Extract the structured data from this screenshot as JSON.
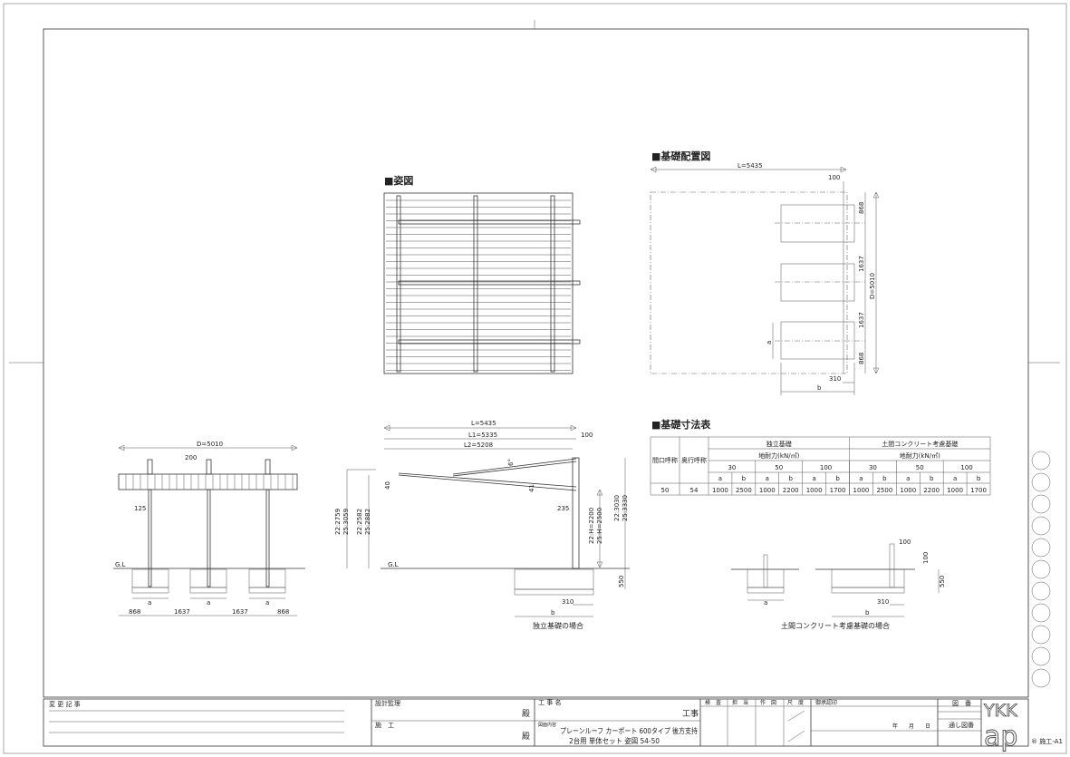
{
  "headings": {
    "view": "■姿図",
    "foundation_plan": "■基礎配置図",
    "foundation_table": "■基礎寸法表"
  },
  "plan": {
    "L": "L=5435",
    "offset": "100",
    "D": "D=5010",
    "d1": "868",
    "d2": "1637",
    "d3": "1637",
    "d4": "868",
    "a": "a",
    "b": "b",
    "post": "310"
  },
  "front_elevation": {
    "D": "D=5010",
    "spacing": "200",
    "post_offset": "125",
    "gl": "G.L",
    "a": "a",
    "d1": "868",
    "d2": "1637",
    "d3": "1637",
    "d4": "868"
  },
  "side_elevation": {
    "L": "L=5435",
    "L1": "L1=5335",
    "L2": "L2=5208",
    "offset": "100",
    "angle": "6°",
    "eave": "40",
    "tip": "41",
    "h_total_22": "22:2759",
    "h_total_25": "25:3059",
    "h_eave_22": "22:2582",
    "h_eave_25": "25:2882",
    "post_w": "235",
    "h22": "22:H=2200",
    "h25": "25:H=2500",
    "top_22": "22:3030",
    "top_25": "25:3330",
    "gl": "G.L",
    "depth": "550",
    "post": "310",
    "b": "b",
    "caption": "独立基礎の場合"
  },
  "slab_detail": {
    "a": "a",
    "b": "b",
    "post": "310",
    "offset": "100",
    "slab": "100",
    "depth": "550",
    "caption": "土間コンクリート考慮基礎の場合"
  },
  "table": {
    "col_opening": "間口呼称",
    "col_depth": "奥行呼称",
    "group1": "独立基礎",
    "group2": "土間コンクリート考慮基礎",
    "bearing": "地耐力(kN/㎡)",
    "loads": [
      "30",
      "50",
      "100"
    ],
    "sub": [
      "a",
      "b"
    ],
    "row": [
      "50",
      "54",
      "1000",
      "2500",
      "1000",
      "2200",
      "1000",
      "1700",
      "1000",
      "2500",
      "1000",
      "2200",
      "1000",
      "1700"
    ]
  },
  "title_block": {
    "changes": "変 更 記 事",
    "design": "設計監理",
    "construction": "施　工",
    "honorific": "殿",
    "project_name_label": "工 事 名",
    "project_suffix": "工事",
    "drawing_label": "図面内容",
    "drawing_line1": "プレーンルーフ カーポート 600タイプ 後方支持",
    "drawing_line2": "2台用 単体セット 姿図 54-50",
    "approvals": [
      "検　査",
      "担　当",
      "作　図",
      "尺　度"
    ],
    "approval_seal": "御承認印",
    "date": "年　　月　　日",
    "drawing_no": "図　番",
    "serial_no": "通し図番",
    "logo_top": "YKK",
    "logo_bottom": "ap",
    "sheet": "® 施工-A1"
  }
}
